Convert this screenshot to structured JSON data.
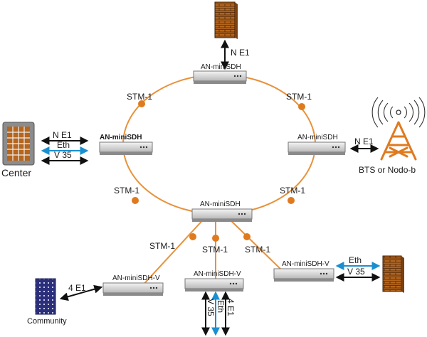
{
  "nodes": {
    "top": "AN-miniSDH",
    "left": "AN-miniSDH",
    "right": "AN-miniSDH",
    "bottom": "AN-miniSDH",
    "leaf_left": "AN-miniSDH-V",
    "leaf_mid": "AN-miniSDH-V",
    "leaf_right": "AN-miniSDH-V"
  },
  "links": {
    "ring_top_left": "STM-1",
    "ring_top_right": "STM-1",
    "ring_bottom_left": "STM-1",
    "ring_bottom_right": "STM-1",
    "spur_left": "STM-1",
    "spur_mid": "STM-1",
    "spur_right": "STM-1"
  },
  "interfaces": {
    "top_up": "N E1",
    "center_ne1": "N E1",
    "center_eth": "Eth",
    "center_v35": "V 35",
    "bts_ne1": "N E1",
    "community_4e1": "4 E1",
    "mid_v35": "V 35",
    "mid_eth": "Eth",
    "mid_4e1": "4 E1",
    "right_eth": "Eth",
    "right_v35": "V 35"
  },
  "sites": {
    "center": "Center",
    "bts": "BTS or Nodo-b",
    "community": "Community"
  },
  "colors": {
    "ring": "#e8913a",
    "dot": "#e07a1e",
    "eth": "#1a8fd0",
    "line": "#111111",
    "brick": "#b5651d"
  }
}
